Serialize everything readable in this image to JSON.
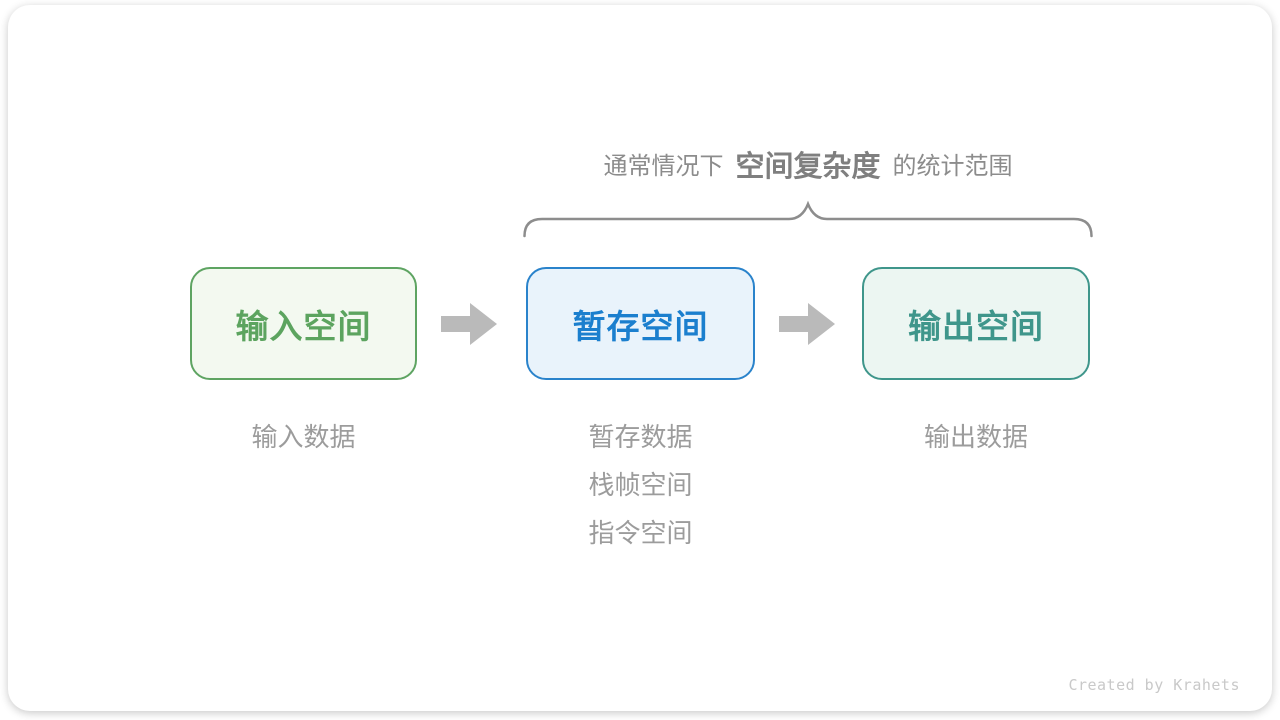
{
  "caption": {
    "prefix": "通常情况下",
    "highlight": "空间复杂度",
    "suffix": "的统计范围"
  },
  "nodes": [
    {
      "id": "input-space",
      "label": "输入空间",
      "text_color": "#5ca45f",
      "border_color": "#5ea462",
      "bg_color": "#f3f9f0"
    },
    {
      "id": "temp-space",
      "label": "暂存空间",
      "text_color": "#1b7fce",
      "border_color": "#2a83cb",
      "bg_color": "#e9f3fb"
    },
    {
      "id": "output-space",
      "label": "输出空间",
      "text_color": "#3f968b",
      "border_color": "#3f968b",
      "bg_color": "#ecf6f2"
    }
  ],
  "annotations": [
    {
      "node": "input-space",
      "items": [
        "输入数据"
      ]
    },
    {
      "node": "temp-space",
      "items": [
        "暂存数据",
        "栈帧空间",
        "指令空间"
      ]
    },
    {
      "node": "output-space",
      "items": [
        "输出数据"
      ]
    }
  ],
  "credit": "Created by Krahets",
  "colors": {
    "card-bg": "#ffffff",
    "title-gray": "#8c8c8c",
    "highlight-gray": "#7f7f7f",
    "brace-gray": "#8d8d8d",
    "arrow-gray": "#bababa",
    "label-gray": "#9c9c9c",
    "credit-gray": "#c9c9c9"
  }
}
